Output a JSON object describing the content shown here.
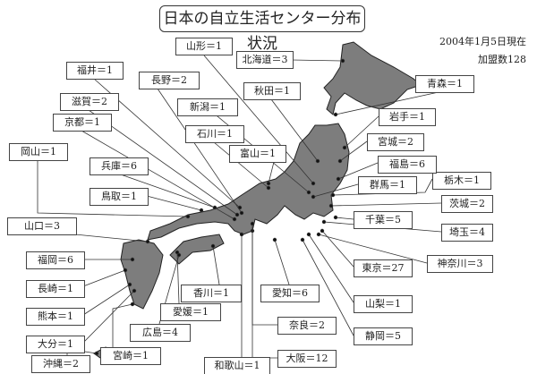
{
  "title": "日本の自立生活センター分布状況",
  "as_of": "2004年1月5日現在",
  "members": "加盟数128",
  "labels": {
    "hokkaido": "北海道＝3",
    "aomori": "青森＝1",
    "iwate": "岩手＝1",
    "miyagi": "宮城＝2",
    "akita": "秋田＝1",
    "yamagata": "山形＝1",
    "fukushima": "福島＝6",
    "ibaraki": "茨城＝2",
    "tochigi": "栃木＝1",
    "gunma": "群馬＝1",
    "saitama": "埼玉＝4",
    "chiba": "千葉＝5",
    "tokyo": "東京＝27",
    "kanagawa": "神奈川＝3",
    "niigata": "新潟＝1",
    "toyama": "富山＝1",
    "ishikawa": "石川＝1",
    "fukui": "福井＝1",
    "yamanashi": "山梨＝1",
    "nagano": "長野＝2",
    "shizuoka": "静岡＝5",
    "aichi": "愛知＝6",
    "shiga": "滋賀＝2",
    "kyoto": "京都＝1",
    "osaka": "大阪＝12",
    "hyogo": "兵庫＝6",
    "nara": "奈良＝2",
    "wakayama": "和歌山＝1",
    "tottori": "鳥取＝1",
    "okayama": "岡山＝1",
    "hiroshima": "広島＝4",
    "yamaguchi": "山口＝3",
    "kagawa": "香川＝1",
    "ehime": "愛媛＝1",
    "fukuoka": "福岡＝6",
    "nagasaki": "長崎＝1",
    "kumamoto": "熊本＝1",
    "oita": "大分＝1",
    "miyazaki": "宮崎＝1",
    "okinawa": "沖縄＝2"
  }
}
